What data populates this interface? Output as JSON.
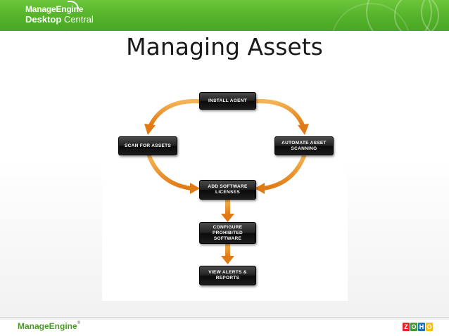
{
  "header": {
    "logo_line1": "ManageEngine",
    "logo_line2_bold": "Desktop",
    "logo_line2_rest": " Central",
    "brand_color": "#54b22a"
  },
  "slide": {
    "title": "Managing Assets"
  },
  "diagram": {
    "nodes": {
      "install_agent": "Install Agent",
      "scan_for_assets": "Scan for Assets",
      "automate_scanning": "Automate Asset Scanning",
      "add_software_licenses": "Add Software Licenses",
      "configure_prohibited": "Configure Prohibited Software",
      "view_alerts": "View Alerts & Reports"
    },
    "arrow_color": "#f08a1c",
    "node_color": "#1c1c1c"
  },
  "footer": {
    "logo": "ManageEngine",
    "logo_mark": "®",
    "zoho_letters": [
      "Z",
      "O",
      "H",
      "O"
    ],
    "zoho_colors": [
      "#e42527",
      "#3d9b35",
      "#1a75bb",
      "#f8c200"
    ]
  }
}
